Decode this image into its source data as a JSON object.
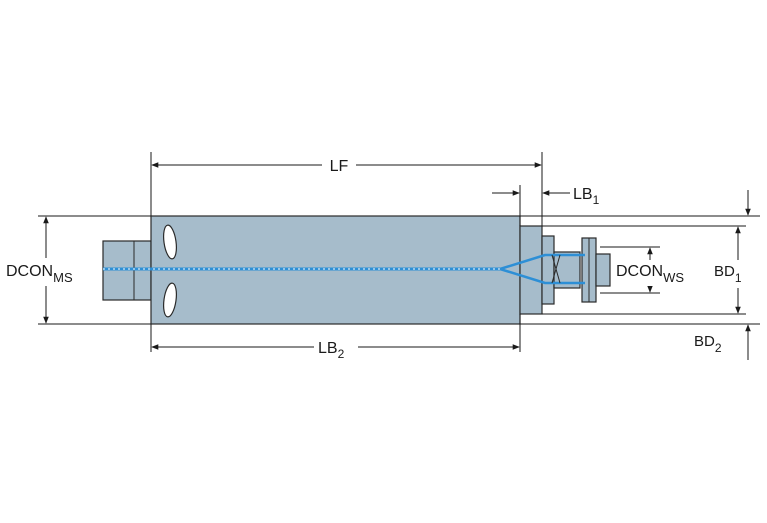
{
  "labels": {
    "lf": "LF",
    "lb1_main": "LB",
    "lb1_sub": "1",
    "lb2_main": "LB",
    "lb2_sub": "2",
    "dcon_ms_main": "DCON",
    "dcon_ms_sub": "MS",
    "dcon_ws_main": "DCON",
    "dcon_ws_sub": "WS",
    "bd1_main": "BD",
    "bd1_sub": "1",
    "bd2_main": "BD",
    "bd2_sub": "2"
  },
  "colors": {
    "body_fill": "#a6bccb",
    "body_stroke": "#2a2a2a",
    "coolant": "#2d8fd6",
    "dimension": "#1a1a1a"
  }
}
